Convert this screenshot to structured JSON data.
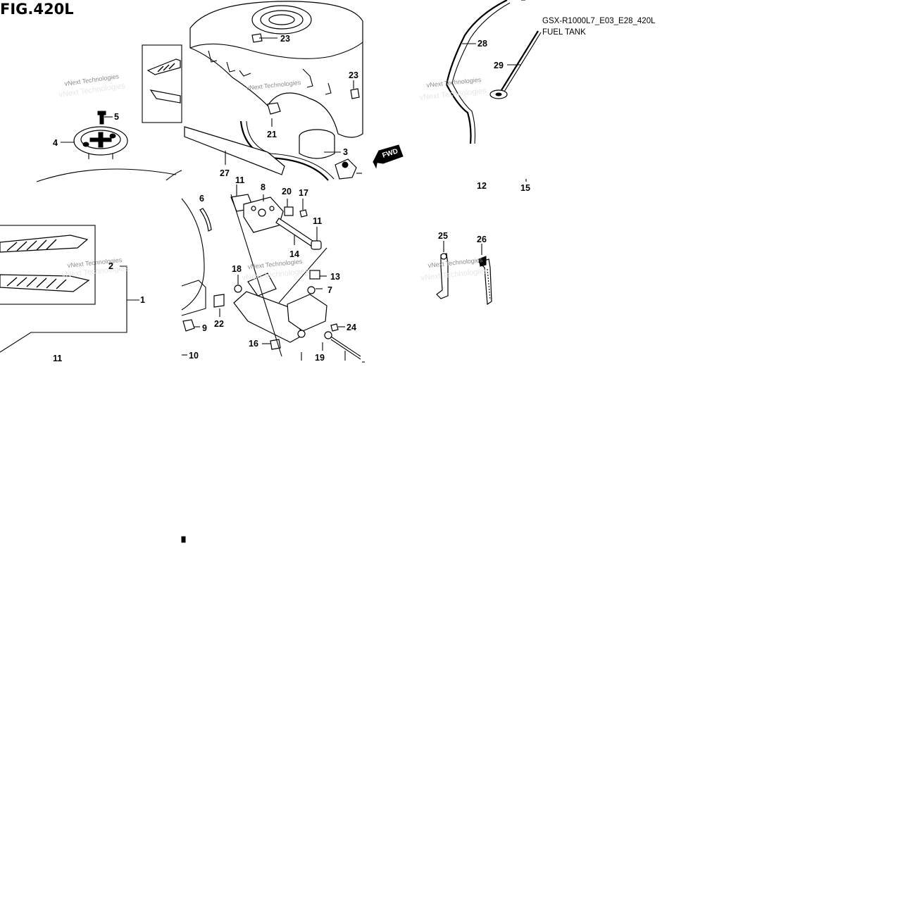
{
  "figure": {
    "title": "FIG.420L",
    "model_code": "GSX-R1000L7_E03_E28_420L",
    "subtitle": "FUEL TANK",
    "direction_marker": "FWD"
  },
  "watermark": "vNext Technologies",
  "callouts": [
    "1",
    "2",
    "3",
    "4",
    "5",
    "6",
    "7",
    "8",
    "9",
    "10",
    "11",
    "11",
    "11",
    "12",
    "13",
    "14",
    "15",
    "16",
    "17",
    "18",
    "19",
    "20",
    "21",
    "22",
    "23",
    "23",
    "24",
    "25",
    "26",
    "27",
    "28",
    "29"
  ]
}
